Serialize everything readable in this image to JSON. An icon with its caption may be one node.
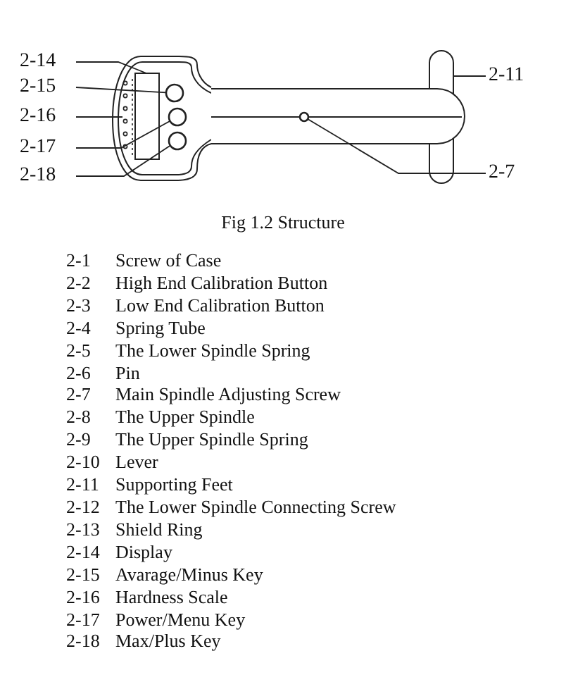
{
  "diagram": {
    "caption": "Fig 1.2 Structure",
    "nodes": [
      {
        "text": [
          "2-14"
        ]
      },
      {
        "text": [
          "2-15"
        ]
      },
      {
        "text": [
          "2-16"
        ]
      },
      {
        "text": [
          "2-17"
        ]
      },
      {
        "text": [
          "2-18"
        ]
      },
      {
        "text": [
          "2-11"
        ]
      },
      {
        "text": [
          "2-7"
        ]
      },
      {
        "text": [],
        "shape": "box"
      },
      {
        "text": [],
        "shape": "circle"
      },
      {
        "text": [],
        "shape": "bar"
      },
      {
        "text": [],
        "shape": "circle"
      },
      {
        "text": [],
        "shape": "circle"
      },
      {
        "text": [],
        "shape": "box"
      },
      {
        "text": [],
        "shape": "circle"
      }
    ],
    "edges": [
      {
        "from": 0,
        "to": 7,
        "arrow": "none"
      },
      {
        "from": 1,
        "to": 8,
        "arrow": "none"
      },
      {
        "from": 2,
        "to": 9,
        "arrow": "none"
      },
      {
        "from": 3,
        "to": 10,
        "arrow": "none"
      },
      {
        "from": 4,
        "to": 11,
        "arrow": "none"
      },
      {
        "from": 5,
        "to": 12,
        "arrow": "none"
      },
      {
        "from": 6,
        "to": 13,
        "arrow": "none"
      }
    ],
    "labels": [
      "2-1",
      "Screw of Case",
      "2-2",
      "High End Calibration Button",
      "2-3",
      "Low End Calibration Button",
      "2-4",
      "Spring Tube",
      "2-5",
      "The Lower Spindle Spring",
      "2-6",
      "Pin",
      "2-7",
      "Main Spindle Adjusting Screw",
      "2-8",
      "The Upper Spindle",
      "2-9",
      "The Upper Spindle Spring",
      "2-10",
      "Lever",
      "2-11",
      "Supporting Feet",
      "2-12",
      "The Lower Spindle Connecting Screw",
      "2-13",
      "Shield Ring",
      "2-14",
      "Display",
      "2-15",
      "Avarage/Minus Key",
      "2-16",
      "Hardness Scale",
      "2-17",
      "Power/Menu Key",
      "2-18",
      "Max/Plus Key"
    ]
  }
}
